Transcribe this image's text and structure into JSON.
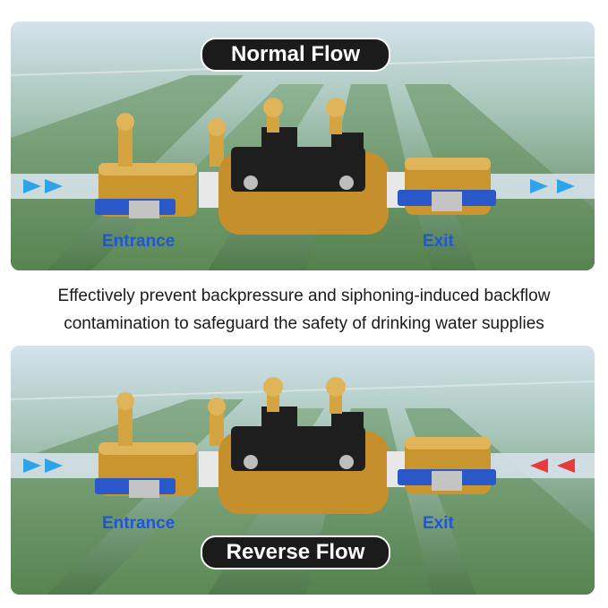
{
  "top_panel": {
    "title": "Normal Flow",
    "entrance_label": "Entrance",
    "exit_label": "Exit",
    "left_arrows": "right",
    "right_arrows": "right",
    "arrow_color": "#2ea3e8"
  },
  "caption": {
    "line1": "Effectively prevent backpressure and siphoning-induced backflow",
    "line2": "contamination to safeguard the safety of drinking water supplies"
  },
  "bottom_panel": {
    "title": "Reverse Flow",
    "entrance_label": "Entrance",
    "exit_label": "Exit",
    "left_arrows": "right",
    "right_arrows": "left",
    "left_arrow_color": "#2ea3e8",
    "right_arrow_color": "#e83a3a"
  },
  "colors": {
    "brass": "#c9952f",
    "handle_blue": "#2a58c9",
    "label_blue": "#1f56d6",
    "pill_bg": "#1b1b1b"
  }
}
